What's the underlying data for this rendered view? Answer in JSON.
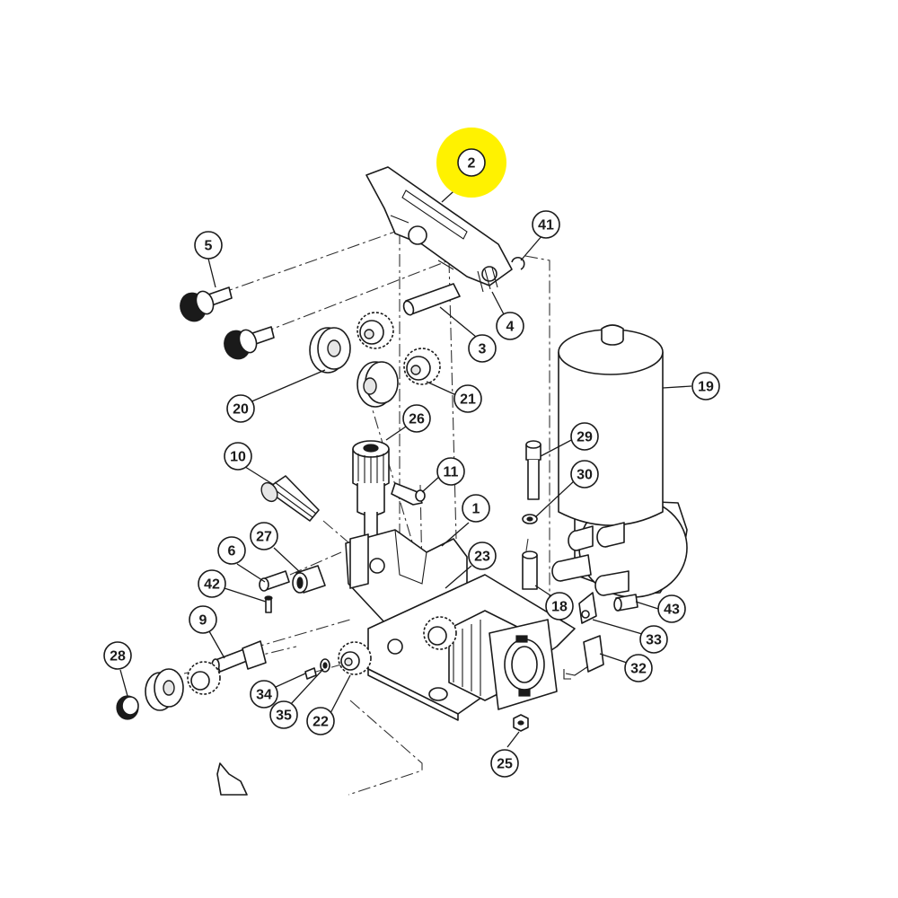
{
  "diagram": {
    "highlight_color": "#FFF200",
    "line_color": "#1a1a1a",
    "highlighted_callout": "2",
    "callouts": [
      {
        "label": "2"
      },
      {
        "label": "41"
      },
      {
        "label": "5"
      },
      {
        "label": "4"
      },
      {
        "label": "3"
      },
      {
        "label": "20"
      },
      {
        "label": "21"
      },
      {
        "label": "19"
      },
      {
        "label": "26"
      },
      {
        "label": "29"
      },
      {
        "label": "10"
      },
      {
        "label": "11"
      },
      {
        "label": "30"
      },
      {
        "label": "1"
      },
      {
        "label": "6"
      },
      {
        "label": "27"
      },
      {
        "label": "23"
      },
      {
        "label": "42"
      },
      {
        "label": "18"
      },
      {
        "label": "43"
      },
      {
        "label": "9"
      },
      {
        "label": "33"
      },
      {
        "label": "28"
      },
      {
        "label": "32"
      },
      {
        "label": "34"
      },
      {
        "label": "35"
      },
      {
        "label": "22"
      },
      {
        "label": "25"
      }
    ]
  }
}
